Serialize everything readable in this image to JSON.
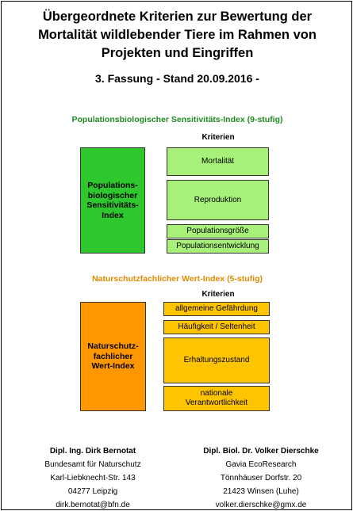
{
  "header": {
    "title_lines": [
      "Übergeordnete Kriterien zur Bewertung der",
      "Mortalität wildlebender Tiere im Rahmen von",
      "Projekten und Eingriffen"
    ],
    "subtitle": "3. Fassung - Stand 20.09.2016 -"
  },
  "psi": {
    "heading": "Populationsbiologischer Sensitivitäts-Index (9-stufig)",
    "criteria_label": "Kriterien",
    "index_lines": [
      "Populations-",
      "biologischer",
      "Sensitivitäts-",
      "Index"
    ],
    "criteria": [
      "Mortalität",
      "Reproduktion",
      "Populationsgröße",
      "Populationsentwicklung"
    ]
  },
  "nwi": {
    "heading": "Naturschutzfachlicher Wert-Index (5-stufig)",
    "criteria_label": "Kriterien",
    "index_lines": [
      "Naturschutz-",
      "fachlicher",
      "Wert-Index"
    ],
    "criteria": [
      "allgemeine Gefährdung",
      "Häufigkeit / Seltenheit",
      "Erhaltungszustand"
    ],
    "last_criterion_lines": [
      "nationale",
      "Verantwortlichkeit"
    ]
  },
  "authors": [
    {
      "name": "Dipl. Ing. Dirk Bernotat",
      "org": "Bundesamt für Naturschutz",
      "street": "Karl-Liebknecht-Str. 143",
      "city": "04277 Leipzig",
      "email": "dirk.bernotat@bfn.de"
    },
    {
      "name": "Dipl. Biol. Dr. Volker Dierschke",
      "org": "Gavia EcoResearch",
      "street": "Tönnhäuser Dorfstr. 20",
      "city": "21423 Winsen (Luhe)",
      "email": "volker.dierschke@gmx.de"
    }
  ],
  "colors": {
    "green_dark": "#2ec72e",
    "green_light": "#a7f07a",
    "orange_dark": "#ff9800",
    "orange_light": "#ffc400",
    "heading_green": "#1f8a1f",
    "heading_orange": "#e08a00"
  }
}
